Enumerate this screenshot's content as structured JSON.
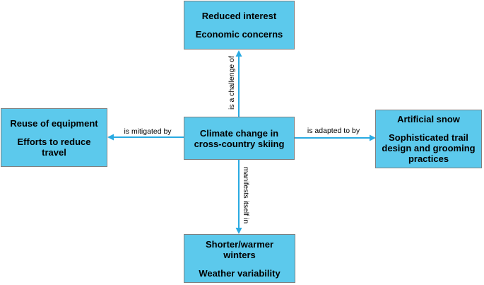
{
  "colors": {
    "background": "#ffffff",
    "box_fill": "#5cc9ec",
    "box_border": "#808080",
    "arrow": "#29aae2",
    "text": "#000000"
  },
  "nodes": {
    "center": {
      "text": "Climate change in cross-country skiing"
    },
    "top": {
      "line1": "Reduced interest",
      "line2": "Economic concerns"
    },
    "left": {
      "line1": "Reuse of equipment",
      "line2": "Efforts to reduce travel"
    },
    "right": {
      "line1": "Artificial snow",
      "line2": "Sophisticated trail design and grooming practices"
    },
    "bottom": {
      "line1": "Shorter/warmer winters",
      "line2": "Weather variability"
    }
  },
  "edges": {
    "top": {
      "label": "is a challenge of",
      "direction": "center-to-top"
    },
    "left": {
      "label": "is mitigated by",
      "direction": "center-to-left"
    },
    "right": {
      "label": "is adapted to by",
      "direction": "center-to-right"
    },
    "bottom": {
      "label": "manifests itself in",
      "direction": "center-to-bottom"
    }
  }
}
